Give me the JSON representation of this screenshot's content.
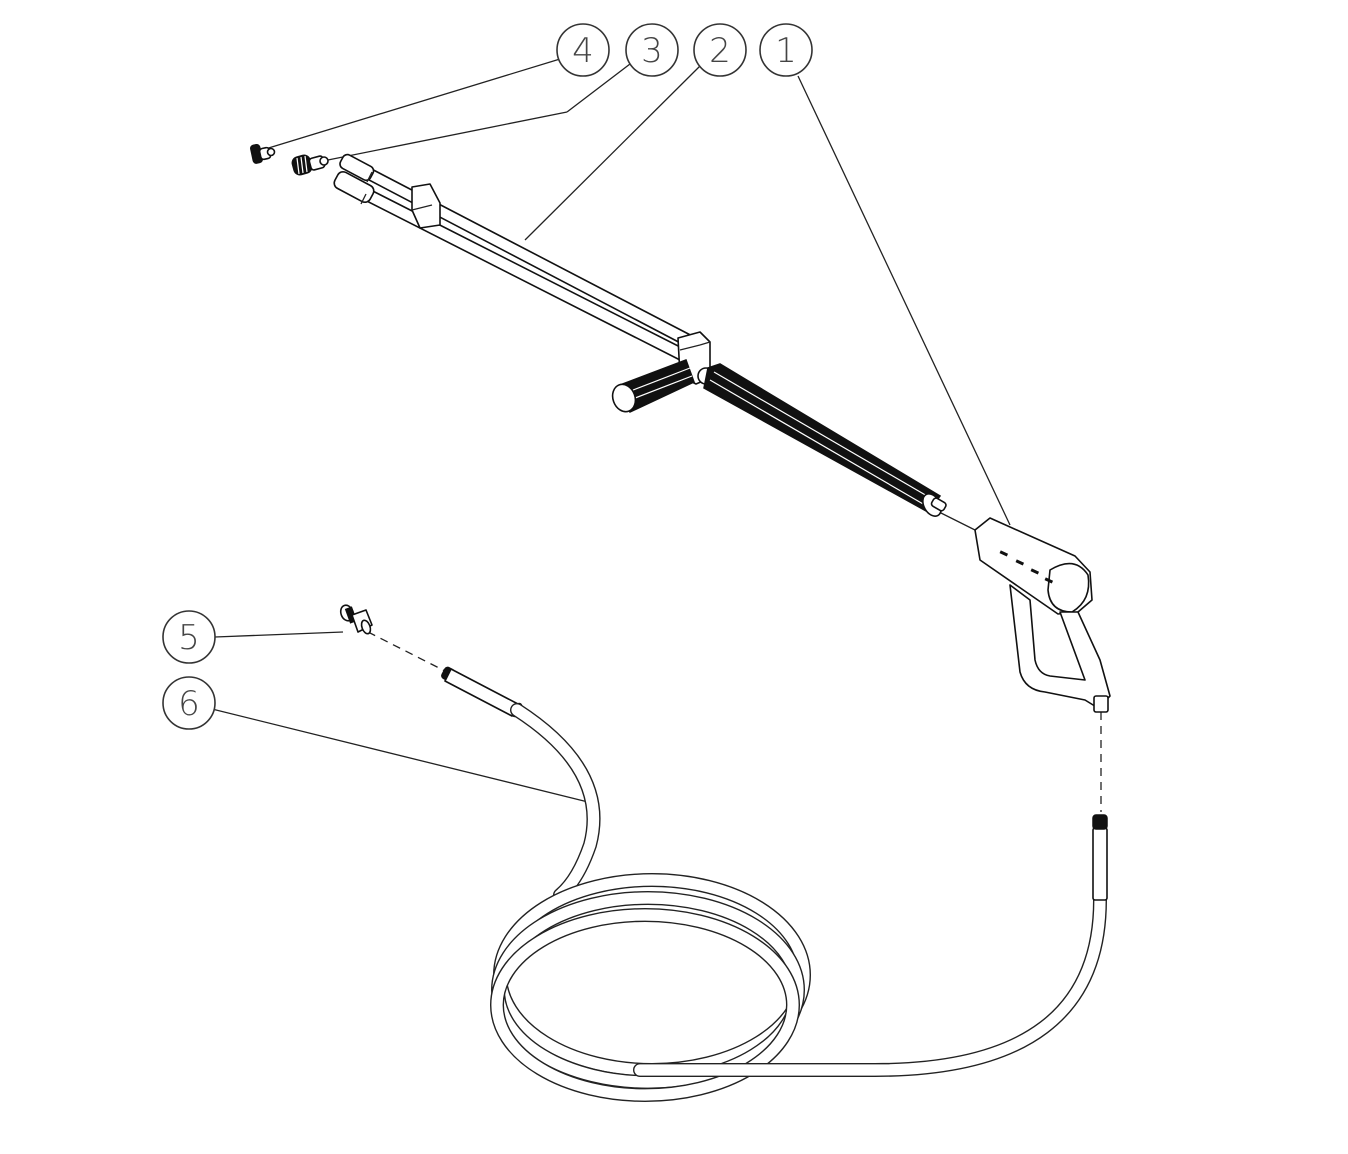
{
  "diagram": {
    "type": "exploded parts diagram",
    "subject": "Pressure washer spray gun, lance and hose assembly",
    "colors": {
      "line": "#111111",
      "background": "#ffffff",
      "callout_text": "#444444"
    },
    "callouts": [
      {
        "number": "1",
        "label": "1",
        "part": "trigger-gun"
      },
      {
        "number": "2",
        "label": "2",
        "part": "dual-lance-with-grips"
      },
      {
        "number": "3",
        "label": "3",
        "part": "quick-coupler-adapter"
      },
      {
        "number": "4",
        "label": "4",
        "part": "spray-nozzle-tip"
      },
      {
        "number": "5",
        "label": "5",
        "part": "hose-fitting-adapter"
      },
      {
        "number": "6",
        "label": "6",
        "part": "high-pressure-hose"
      }
    ]
  }
}
